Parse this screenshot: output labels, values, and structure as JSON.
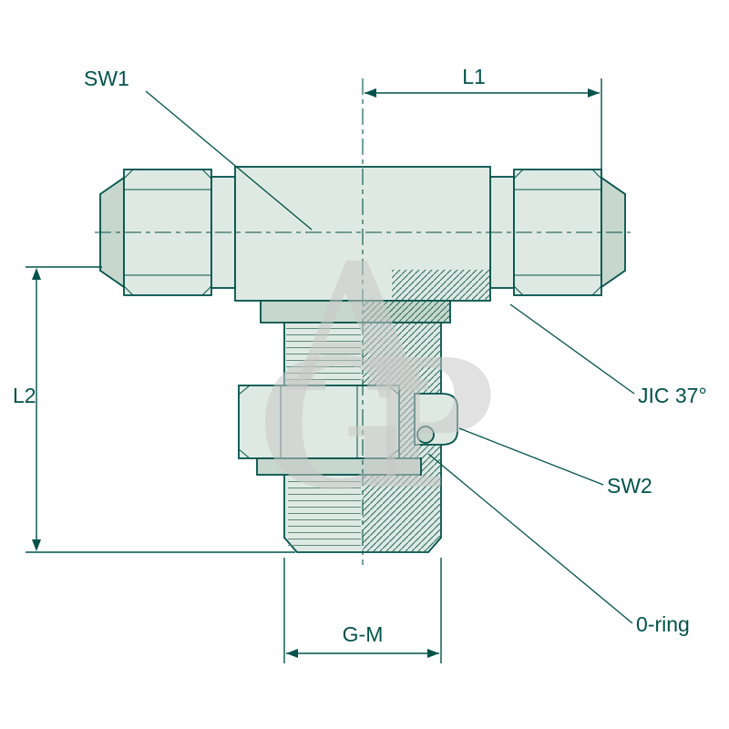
{
  "labels": {
    "sw1": "SW1",
    "l1": "L1",
    "l2": "L2",
    "jic": "JIC 37°",
    "sw2": "SW2",
    "oring": "0-ring",
    "gm": "G-M"
  },
  "watermark": {
    "letters": [
      "A",
      "G",
      "P"
    ]
  },
  "colors": {
    "line": "#00524b",
    "fill_light": "#dfe9e3",
    "fill_mid": "#c7d7cd",
    "hatch": "#23685c",
    "thread": "#5d8a7d",
    "watermark": "#c9c9c9",
    "background": "#ffffff"
  }
}
